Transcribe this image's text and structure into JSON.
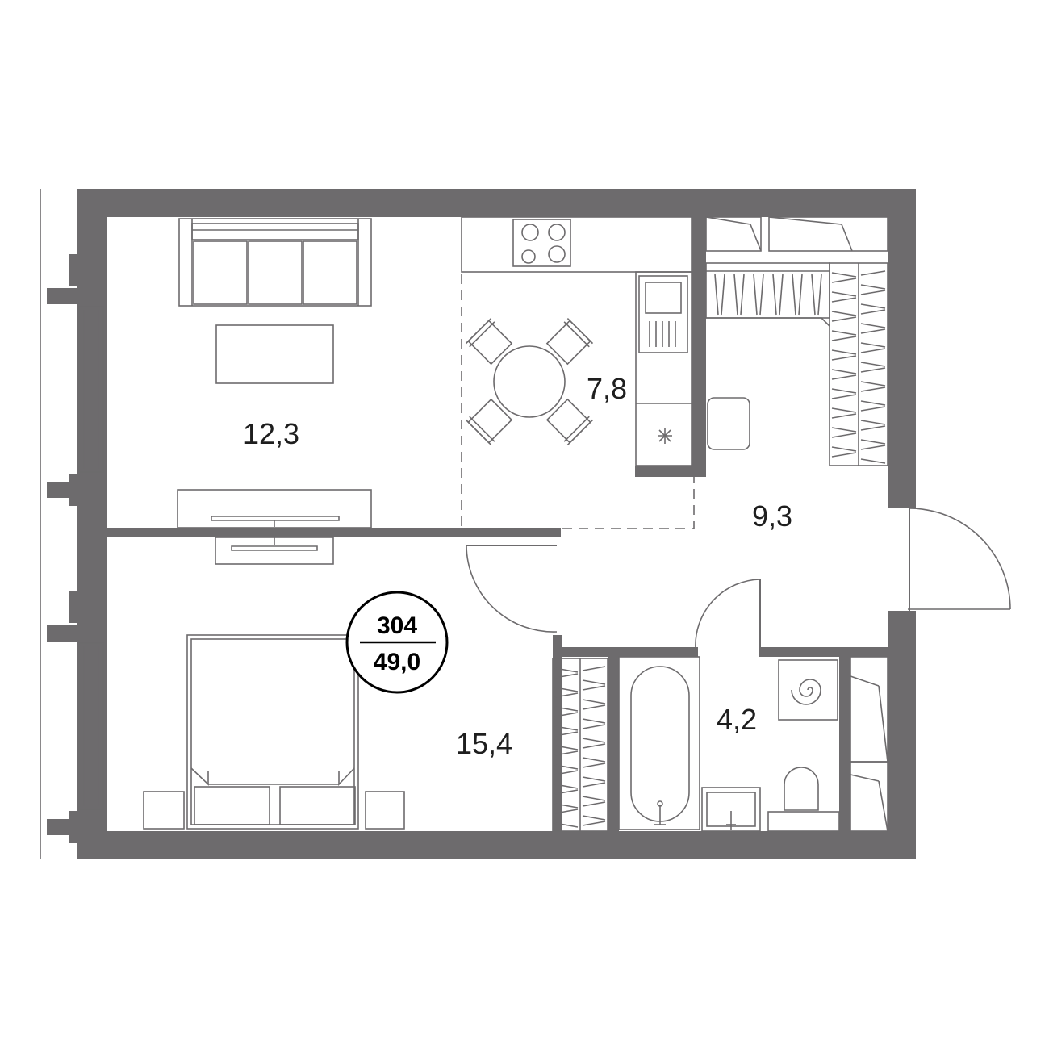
{
  "colors": {
    "wall": "#6d6b6d",
    "line": "#6d6b6d",
    "text": "#1e1e1e",
    "background": "#ffffff"
  },
  "rooms": {
    "living": {
      "area": "12,3"
    },
    "kitchen": {
      "area": "7,8"
    },
    "hall": {
      "area": "9,3"
    },
    "bedroom": {
      "area": "15,4"
    },
    "bathroom": {
      "area": "4,2"
    }
  },
  "apartment": {
    "number": "304",
    "total_area": "49,0"
  },
  "icons": [
    "sofa-icon",
    "coffee-table-icon",
    "tv-icon",
    "dining-table-icon",
    "cooktop-icon",
    "sink-icon",
    "fridge-icon",
    "armchair-icon",
    "wardrobe-icon",
    "bed-icon",
    "bathtub-icon",
    "washbasin-icon",
    "toilet-icon",
    "boiler-icon"
  ]
}
